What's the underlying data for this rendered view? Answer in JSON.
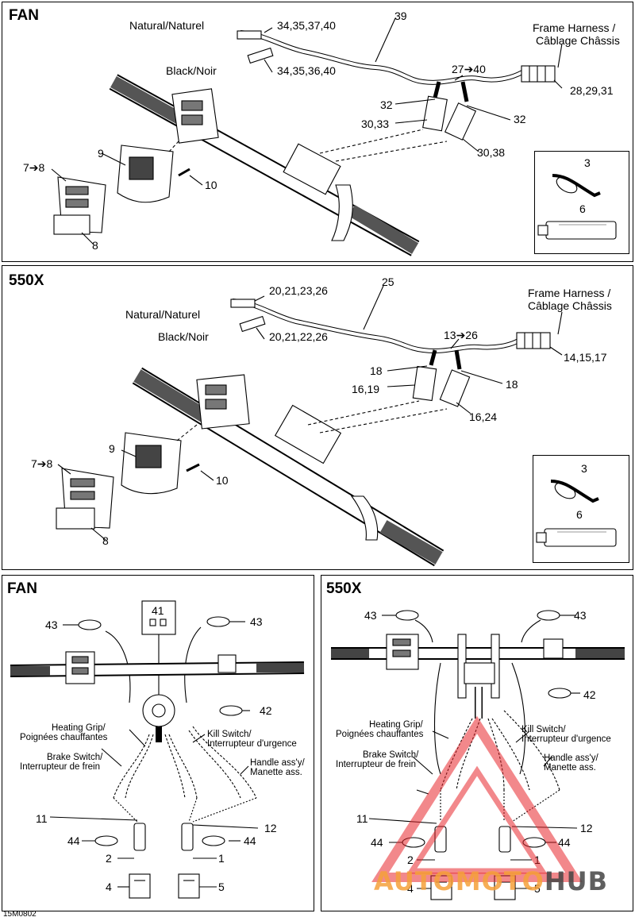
{
  "panel1": {
    "title": "FAN",
    "labels": {
      "natural": "Natural/Naturel",
      "natural_refs": "34,35,37,40",
      "black": "Black/Noir",
      "black_refs": "34,35,36,40",
      "harness_ref": "39",
      "frame_harness_en": "Frame Harness /",
      "frame_harness_fr": "Câblage Châssis",
      "harness_parts": "28,29,31",
      "range": "27➔40",
      "clip_left": "32",
      "clip_right": "32",
      "conn_left": "30,33",
      "conn_right": "30,38",
      "housing": "9",
      "screw": "10",
      "switch_range": "7➔8",
      "switch": "8",
      "tie": "3",
      "tube": "6"
    }
  },
  "panel2": {
    "title": "550X",
    "labels": {
      "natural": "Natural/Naturel",
      "natural_refs": "20,21,23,26",
      "black": "Black/Noir",
      "black_refs": "20,21,22,26",
      "harness_ref": "25",
      "frame_harness_en": "Frame Harness /",
      "frame_harness_fr": "Câblage Châssis",
      "harness_parts": "14,15,17",
      "range": "13➔26",
      "clip_left": "18",
      "clip_right": "18",
      "conn_left": "16,19",
      "conn_right": "16,24",
      "housing": "9",
      "screw": "10",
      "switch_range": "7➔8",
      "switch": "8",
      "tie": "3",
      "tube": "6"
    }
  },
  "panel3": {
    "title": "FAN",
    "labels": {
      "ref41": "41",
      "tie_left": "43",
      "tie_right": "43",
      "tie_center": "42",
      "heating_en": "Heating Grip/",
      "heating_fr": "Poignées chauffantes",
      "brake_en": "Brake Switch/",
      "brake_fr": "Interrupteur de frein",
      "kill_en": "Kill Switch/",
      "kill_fr": "Interrupteur d'urgence",
      "handle_en": "Handle ass'y/",
      "handle_fr": "Manette ass.",
      "ref11": "11",
      "ref12": "12",
      "ref44_left": "44",
      "ref44_right": "44",
      "ref2": "2",
      "ref1": "1",
      "ref4": "4",
      "ref5": "5"
    }
  },
  "panel4": {
    "title": "550X",
    "labels": {
      "tie_left": "43",
      "tie_right": "43",
      "tie_center": "42",
      "heating_en": "Heating Grip/",
      "heating_fr": "Poignées chauffantes",
      "brake_en": "Brake Switch/",
      "brake_fr": "Interrupteur de frein",
      "kill_en": "Kill Switch/",
      "kill_fr": "Interrupteur d'urgence",
      "handle_en": "Handle ass'y/",
      "handle_fr": "Manette ass.",
      "ref11": "11",
      "ref12": "12",
      "ref44_left": "44",
      "ref44_right": "44",
      "ref2": "2",
      "ref1": "1",
      "ref4": "4",
      "ref5": "5"
    }
  },
  "footer": {
    "code": "15M0802"
  },
  "watermark": {
    "text_a": "AUTOMOTO",
    "text_b": "HUB",
    "color_a": "#f5a13a",
    "color_b": "#444444",
    "triangle_color": "#e8262c"
  }
}
